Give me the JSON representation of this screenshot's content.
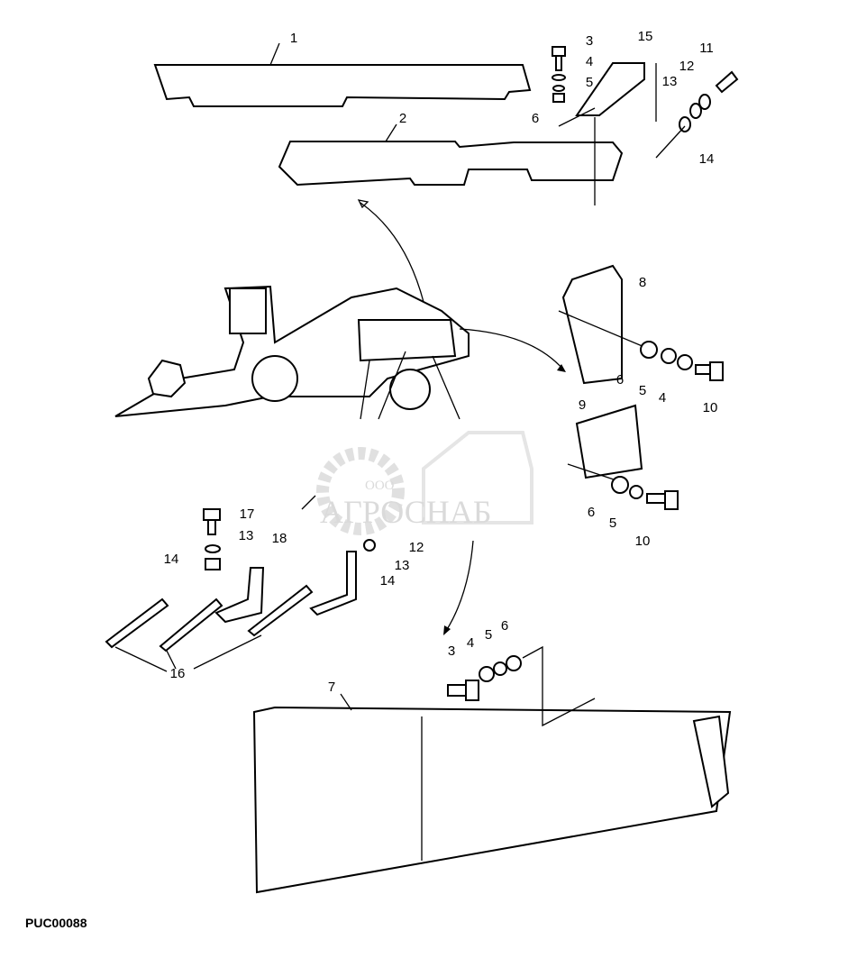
{
  "figure_code": "PUC00088",
  "watermark": {
    "prefix": "ООО",
    "name": "АГРОСНАБ"
  },
  "callouts": {
    "top": [
      "1",
      "2",
      "3",
      "4",
      "5",
      "6",
      "11",
      "12",
      "13",
      "14",
      "15"
    ],
    "right": [
      "8",
      "6",
      "5",
      "4",
      "10",
      "9",
      "6",
      "5",
      "10"
    ],
    "left": [
      "17",
      "13",
      "14",
      "18",
      "12",
      "13",
      "14",
      "16"
    ],
    "bottom": [
      "7",
      "3",
      "4",
      "5",
      "6"
    ]
  }
}
